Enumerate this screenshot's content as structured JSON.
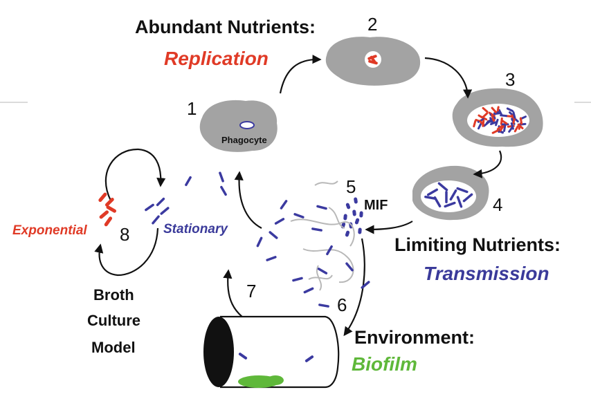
{
  "headings": {
    "abundant": "Abundant Nutrients:",
    "replication": "Replication",
    "limiting": "Limiting Nutrients:",
    "transmission": "Transmission",
    "environment": "Environment:",
    "biofilm": "Biofilm"
  },
  "steps": [
    "1",
    "2",
    "3",
    "4",
    "5",
    "6",
    "7",
    "8"
  ],
  "labels": {
    "phagocyte": "Phagocyte",
    "mif": "MIF",
    "exponential": "Exponential",
    "stationary": "Stationary",
    "broth_line1": "Broth",
    "broth_line2": "Culture",
    "broth_line3": "Model"
  },
  "colors": {
    "replication": "#e03a26",
    "transmission": "#3a3a9a",
    "biofilm": "#5fb83a",
    "cell": "#a3a3a3"
  }
}
